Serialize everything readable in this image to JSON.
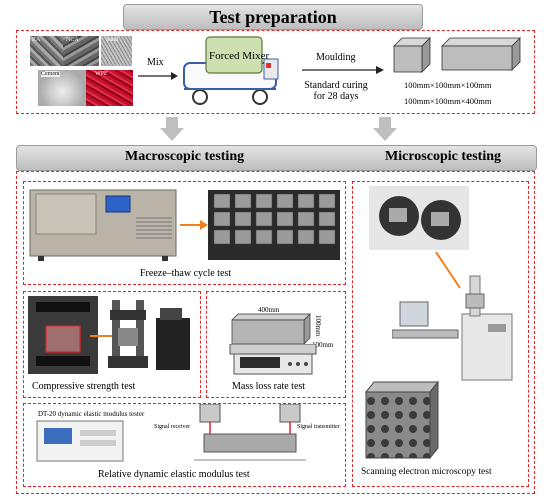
{
  "preparation": {
    "title": "Test preparation",
    "materials": [
      "RA",
      "NCA",
      "Sand",
      "Cement",
      "WPF"
    ],
    "mix_label": "Mix",
    "mixer_label": "Forced Mixer",
    "moulding_label": "Moulding",
    "curing_label": "Standard curing for 28 days",
    "size_cube": "100mm×100mm×100mm",
    "size_prism": "100mm×100mm×400mm"
  },
  "bottom_banner": {
    "macro_title": "Macroscopic testing",
    "micro_title": "Microscopic  testing"
  },
  "macro": {
    "freeze_thaw": "Freeze–thaw cycle test",
    "compressive": "Compressive strength test",
    "mass_loss": "Mass loss rate test",
    "dim_400": "400mm",
    "dim_100a": "100mm",
    "dim_100b": "100mm",
    "tester_label": "DT-20 dynamic elastic modulus tester",
    "signal_receiver": "Signal receiver",
    "signal_transmitter": "Signal transmitter",
    "dynamic_modulus": "Relative dynamic elastic modulus test"
  },
  "micro": {
    "sem": "Scanning electron microscopy test"
  },
  "colors": {
    "dash": "#e0252b",
    "arrow_gray": "#bfbfbf",
    "arrow_orange": "#f07f1f",
    "mixer_green": "#cfe0b0"
  }
}
